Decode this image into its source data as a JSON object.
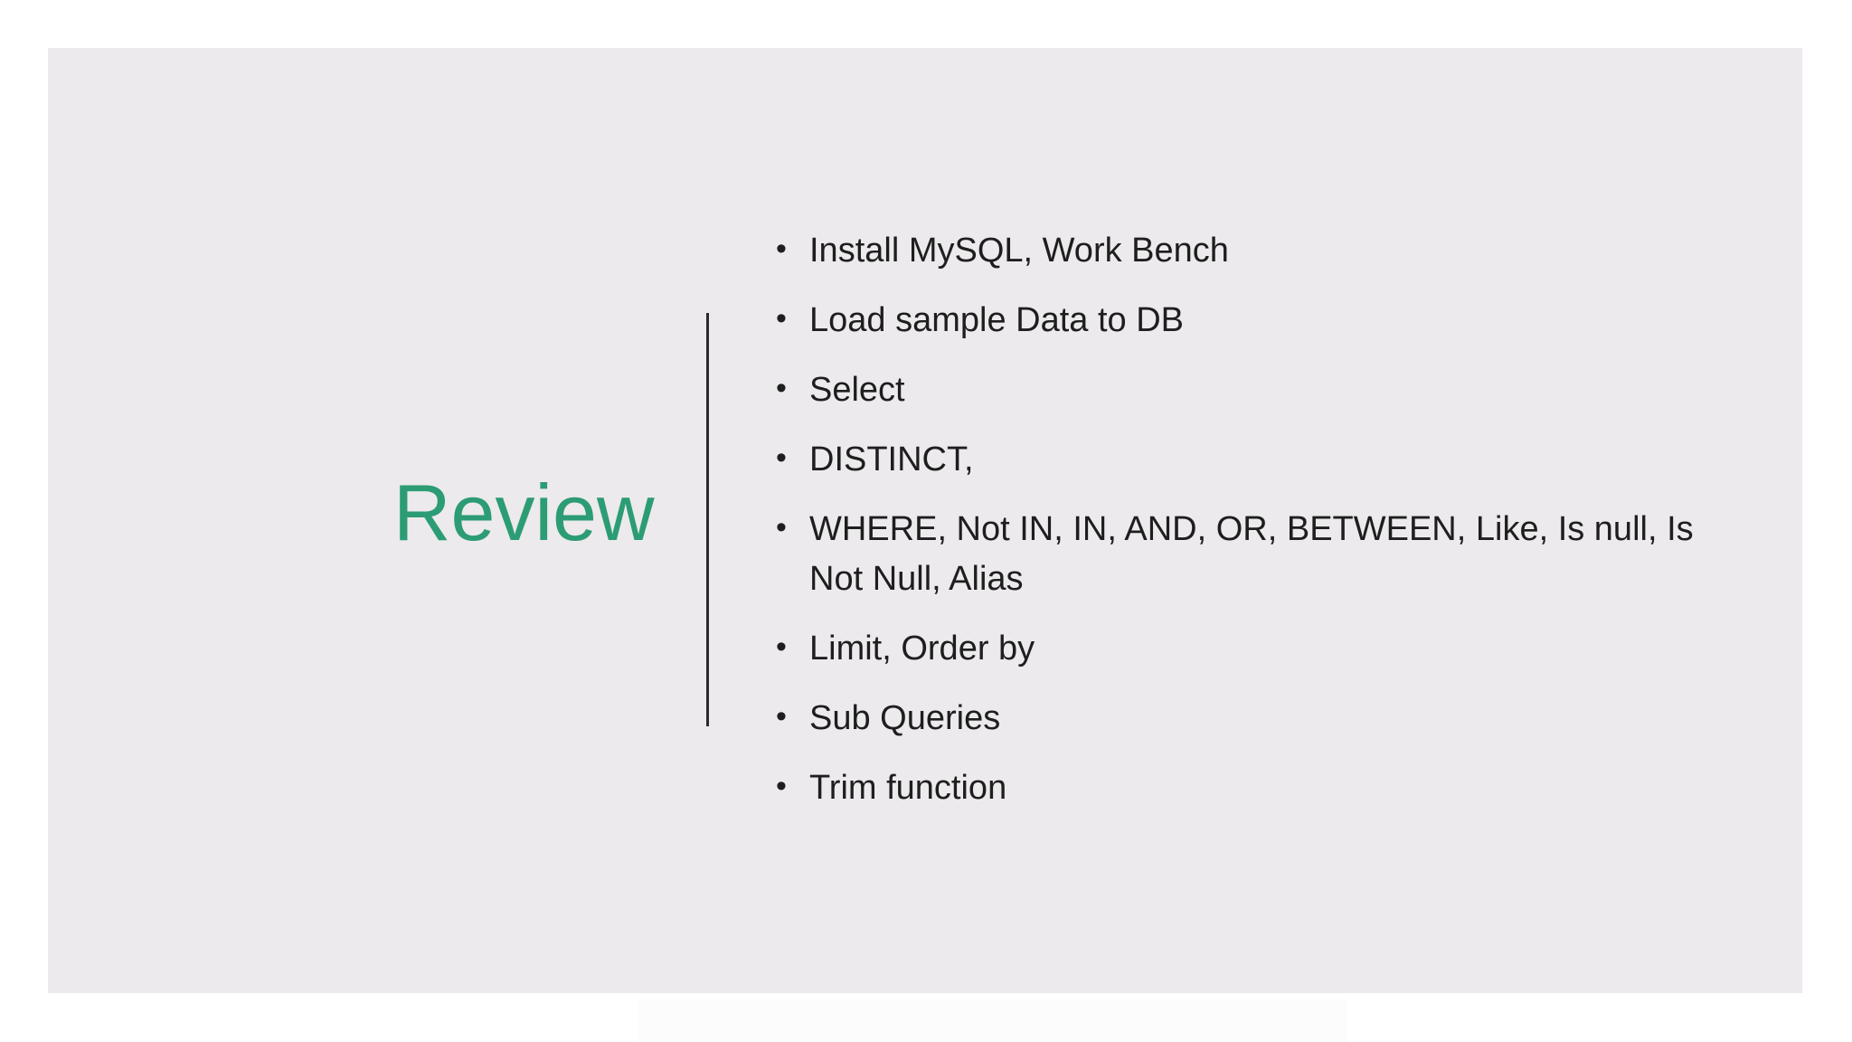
{
  "slide": {
    "title": "Review",
    "bullets": [
      "Install MySQL, Work Bench",
      "Load sample Data to DB",
      "Select",
      "DISTINCT,",
      "WHERE, Not IN, IN, AND, OR, BETWEEN, Like, Is null, Is Not Null, Alias",
      "Limit, Order by",
      "Sub Queries",
      "Trim function"
    ],
    "colors": {
      "page_bg": "#FFFFFF",
      "slide_bg": "#ECEAEC",
      "title": "#2C9C75",
      "text": "#1E1E1E",
      "divider": "#2B2B2B"
    }
  }
}
